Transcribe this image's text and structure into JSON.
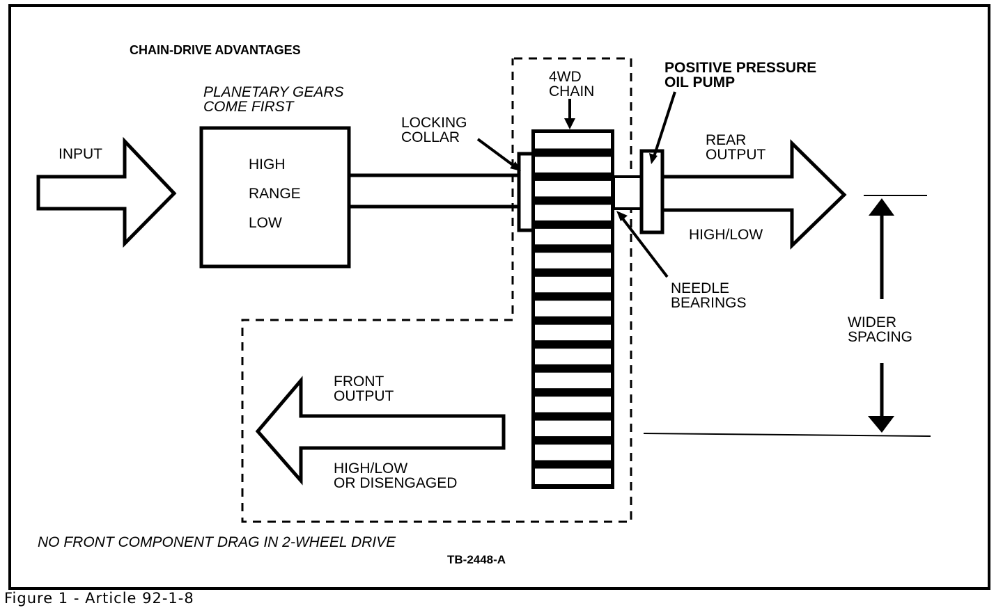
{
  "title": "CHAIN-DRIVE ADVANTAGES",
  "planetary_note": [
    "PLANETARY GEARS",
    "COME FIRST"
  ],
  "input_label": "INPUT",
  "range_box": {
    "high": "HIGH",
    "range": "RANGE",
    "low": "LOW"
  },
  "locking_collar": [
    "LOCKING",
    "COLLAR"
  ],
  "chain_label": [
    "4WD",
    "CHAIN"
  ],
  "chain_link_count": 15,
  "oil_pump": [
    "POSITIVE PRESSURE",
    "OIL PUMP"
  ],
  "rear_output": [
    "REAR",
    "OUTPUT"
  ],
  "rear_mode": "HIGH/LOW",
  "needle_bearings": [
    "NEEDLE",
    "BEARINGS"
  ],
  "wider_spacing": [
    "WIDER",
    "SPACING"
  ],
  "front_output": [
    "FRONT",
    "OUTPUT"
  ],
  "front_mode": [
    "HIGH/LOW",
    "OR DISENGAGED"
  ],
  "footnote": "NO FRONT COMPONENT DRAG IN 2-WHEEL DRIVE",
  "figure_code": "TB-2448-A",
  "caption": "Figure 1 - Article 92-1-8"
}
